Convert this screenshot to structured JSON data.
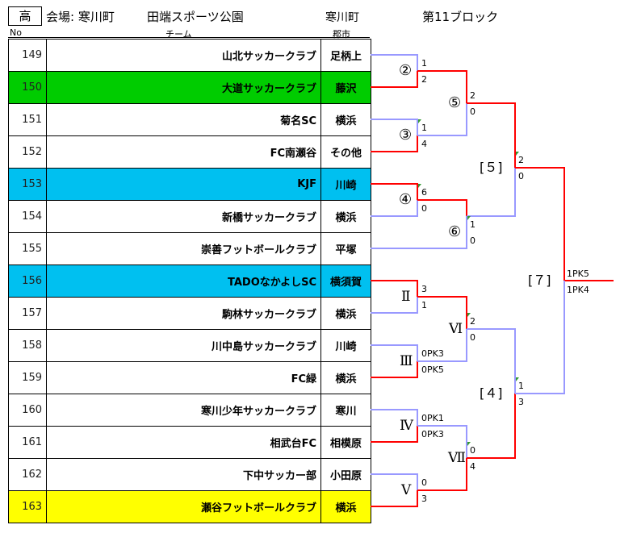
{
  "header": {
    "grade": "高",
    "venue": "会場: 寒川町",
    "park": "田端スポーツ公園",
    "host": "寒川町",
    "block": "第11ブロック",
    "col_no": "No",
    "col_team": "チーム",
    "col_city": "郡市"
  },
  "colors": {
    "winner_line": "#ff0000",
    "loser_line": "#9999ff",
    "highlight_green": "#00cc00",
    "highlight_cyan": "#00c0f0",
    "highlight_yellow": "#ffff00"
  },
  "teams": [
    {
      "no": "149",
      "name": "山北サッカークラブ",
      "city": "足柄上",
      "highlight": ""
    },
    {
      "no": "150",
      "name": "大道サッカークラブ",
      "city": "藤沢",
      "highlight": "green"
    },
    {
      "no": "151",
      "name": "菊名SC",
      "city": "横浜",
      "highlight": ""
    },
    {
      "no": "152",
      "name": "FC南瀬谷",
      "city": "その他",
      "highlight": ""
    },
    {
      "no": "153",
      "name": "KJF",
      "city": "川崎",
      "highlight": "cyan"
    },
    {
      "no": "154",
      "name": "新橋サッカークラブ",
      "city": "横浜",
      "highlight": ""
    },
    {
      "no": "155",
      "name": "崇善フットボールクラブ",
      "city": "平塚",
      "highlight": ""
    },
    {
      "no": "156",
      "name": "TADOなかよしSC",
      "city": "横須賀",
      "highlight": "cyan"
    },
    {
      "no": "157",
      "name": "駒林サッカークラブ",
      "city": "横浜",
      "highlight": ""
    },
    {
      "no": "158",
      "name": "川中島サッカークラブ",
      "city": "川崎",
      "highlight": ""
    },
    {
      "no": "159",
      "name": "FC緑",
      "city": "横浜",
      "highlight": ""
    },
    {
      "no": "160",
      "name": "寒川少年サッカークラブ",
      "city": "寒川",
      "highlight": ""
    },
    {
      "no": "161",
      "name": "相武台FC",
      "city": "相模原",
      "highlight": ""
    },
    {
      "no": "162",
      "name": "下中サッカー部",
      "city": "小田原",
      "highlight": ""
    },
    {
      "no": "163",
      "name": "瀬谷フットボールクラブ",
      "city": "横浜",
      "highlight": "yellow"
    }
  ],
  "matches": {
    "m2": {
      "label": "②",
      "top": "1",
      "bottom": "2"
    },
    "m3": {
      "label": "③",
      "top": "1",
      "bottom": "4"
    },
    "m4": {
      "label": "④",
      "top": "6",
      "bottom": "0"
    },
    "m5": {
      "label": "⑤",
      "top": "2",
      "bottom": "0"
    },
    "m6": {
      "label": "⑥",
      "top": "1",
      "bottom": "0"
    },
    "mI5": {
      "label": "[５]",
      "top": "2",
      "bottom": "0"
    },
    "mII": {
      "label": "Ⅱ",
      "top": "3",
      "bottom": "1"
    },
    "mIII": {
      "label": "Ⅲ",
      "top": "0PK3",
      "bottom": "0PK5"
    },
    "mIV": {
      "label": "Ⅳ",
      "top": "0PK1",
      "bottom": "0PK3"
    },
    "mV": {
      "label": "Ⅴ",
      "top": "0",
      "bottom": "3"
    },
    "mVI": {
      "label": "Ⅵ",
      "top": "2",
      "bottom": "0"
    },
    "mVII": {
      "label": "Ⅶ",
      "top": "0",
      "bottom": "4"
    },
    "mI4": {
      "label": "[４]",
      "top": "1",
      "bottom": "3"
    },
    "final": {
      "label": "[７]",
      "top": "1PK5",
      "bottom": "1PK4"
    }
  }
}
